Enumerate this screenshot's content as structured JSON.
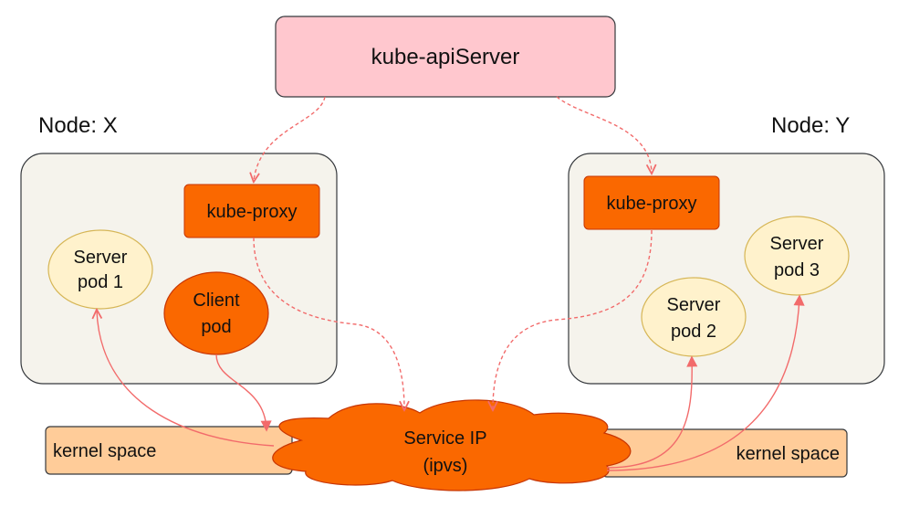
{
  "api_server": {
    "label": "kube-apiServer"
  },
  "nodes": [
    {
      "label": "Node: X",
      "proxy_label": "kube-proxy"
    },
    {
      "label": "Node: Y",
      "proxy_label": "kube-proxy"
    }
  ],
  "pods": {
    "server_pod_1": [
      "Server",
      "pod 1"
    ],
    "client_pod": [
      "Client",
      "pod"
    ],
    "server_pod_2": [
      "Server",
      "pod 2"
    ],
    "server_pod_3": [
      "Server",
      "pod 3"
    ]
  },
  "kernel_space": {
    "left_label": "kernel space",
    "right_label": "kernel space"
  },
  "service_ip": {
    "line1": "Service IP",
    "line2": "(ipvs)"
  },
  "colors": {
    "api_server_fill": "#ffc7ce",
    "node_fill": "#f5f3ec",
    "proxy_fill": "#fa6800",
    "client_pod_fill": "#fa6800",
    "server_pod_fill": "#fff2cc",
    "server_pod_stroke": "#d6b656",
    "kernel_fill": "#ffcc99",
    "cloud_fill": "#fa6800",
    "arrow": "#f26b6b"
  }
}
